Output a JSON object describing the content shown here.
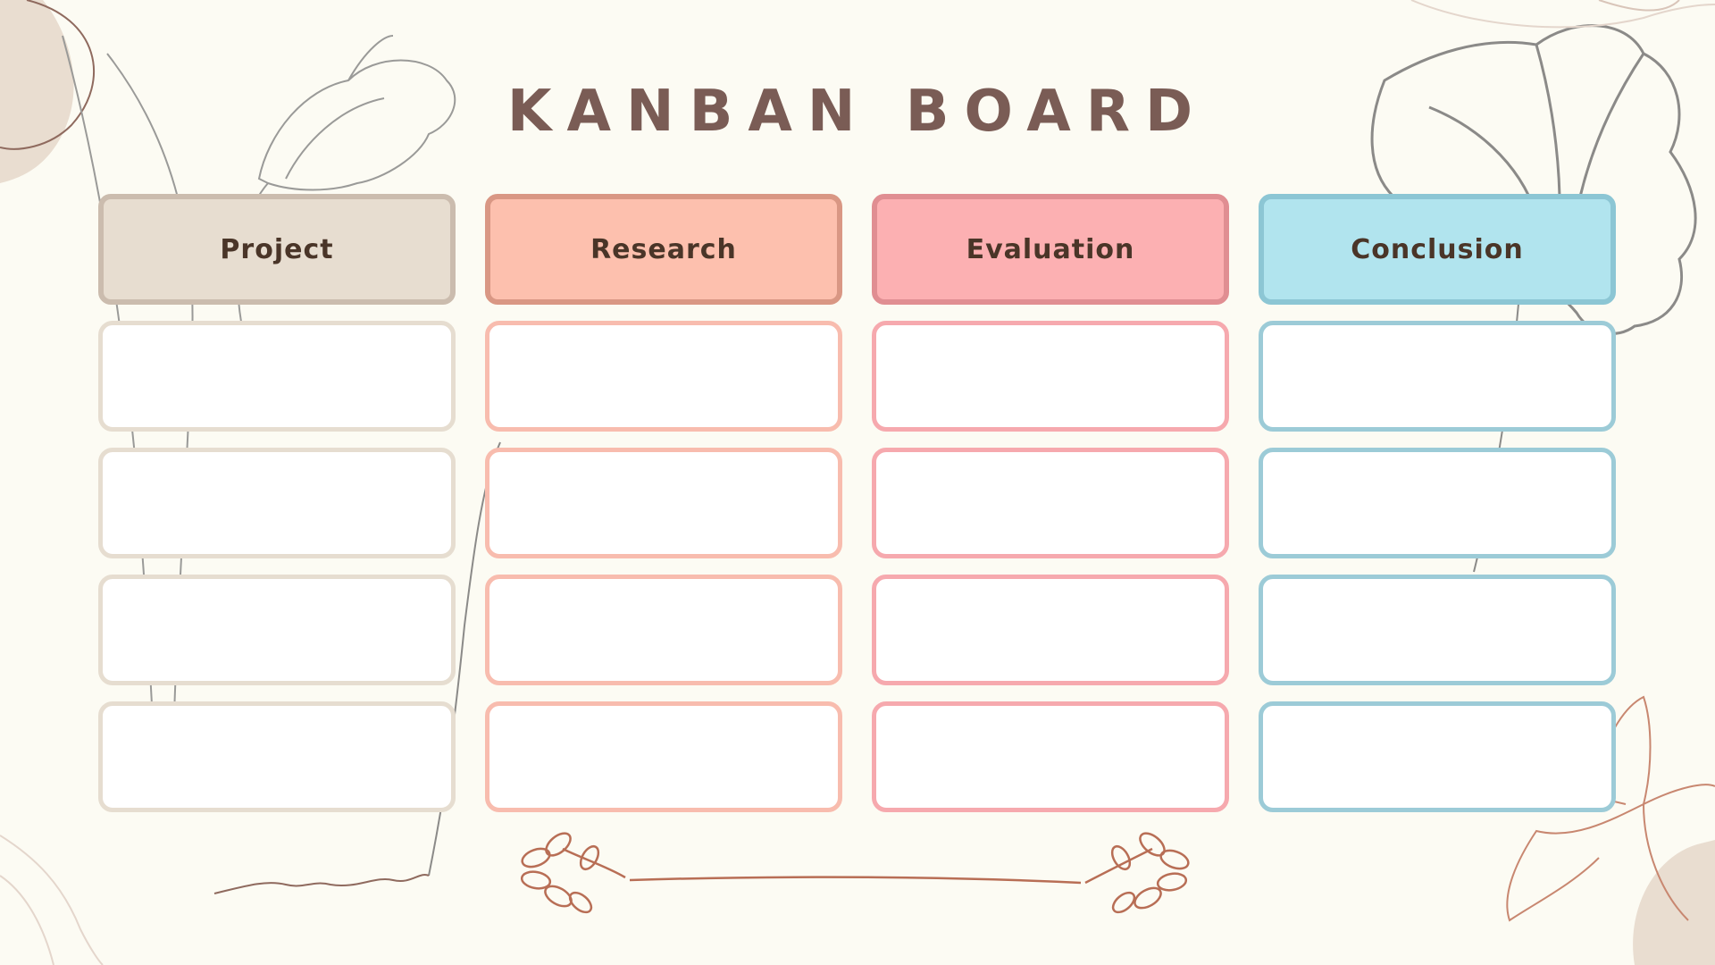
{
  "board": {
    "title": "KANBAN BOARD"
  },
  "columns": [
    {
      "label": "Project",
      "header_fill": "#e7ddd0",
      "header_border": "#cbbcae",
      "card_border": "#e6ddd0",
      "cards": 4
    },
    {
      "label": "Research",
      "header_fill": "#fdc0ae",
      "header_border": "#d99784",
      "card_border": "#f8bcae",
      "cards": 4
    },
    {
      "label": "Evaluation",
      "header_fill": "#fcb0b2",
      "header_border": "#e08e92",
      "card_border": "#f6a9ae",
      "cards": 4
    },
    {
      "label": "Conclusion",
      "header_fill": "#b1e4ee",
      "header_border": "#8cc6d4",
      "card_border": "#9ccbd7",
      "cards": 4
    }
  ],
  "colors": {
    "background": "#fcfbf3",
    "title": "#7a5c55",
    "label_text": "#4a3528",
    "decor_line": "#9a9a98",
    "decor_terracotta": "#b86e55",
    "decor_blob": "#e9ddd0"
  }
}
